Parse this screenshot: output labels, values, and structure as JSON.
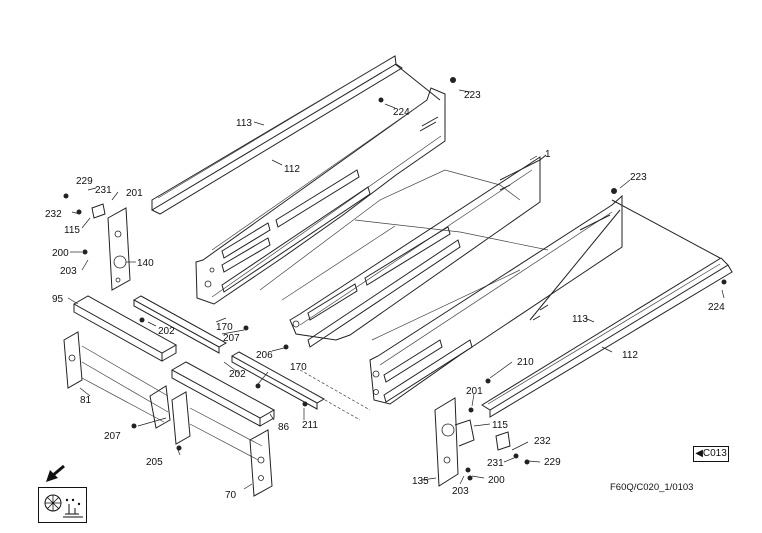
{
  "callouts": [
    {
      "id": "113",
      "label": "113"
    },
    {
      "id": "112",
      "label": "112"
    },
    {
      "id": "224",
      "label": "224"
    },
    {
      "id": "223",
      "label": "223"
    },
    {
      "id": "1",
      "label": "1"
    },
    {
      "id": "229",
      "label": "229"
    },
    {
      "id": "231",
      "label": "231"
    },
    {
      "id": "201",
      "label": "201"
    },
    {
      "id": "232",
      "label": "232"
    },
    {
      "id": "115",
      "label": "115"
    },
    {
      "id": "200",
      "label": "200"
    },
    {
      "id": "203",
      "label": "203"
    },
    {
      "id": "140",
      "label": "140"
    },
    {
      "id": "95",
      "label": "95"
    },
    {
      "id": "202",
      "label": "202"
    },
    {
      "id": "170",
      "label": "170"
    },
    {
      "id": "207",
      "label": "207"
    },
    {
      "id": "206",
      "label": "206"
    },
    {
      "id": "81",
      "label": "81"
    },
    {
      "id": "86",
      "label": "86"
    },
    {
      "id": "211",
      "label": "211"
    },
    {
      "id": "205",
      "label": "205"
    },
    {
      "id": "70",
      "label": "70"
    },
    {
      "id": "210",
      "label": "210"
    },
    {
      "id": "135",
      "label": "135"
    }
  ],
  "reference": {
    "arrow": "◀",
    "code": "C013"
  },
  "drawing_number": "F60Q/C020_1/0103",
  "icons": {
    "direction_arrow": "direction-arrow-icon",
    "machine_symbol": "harvester-symbol-icon"
  }
}
